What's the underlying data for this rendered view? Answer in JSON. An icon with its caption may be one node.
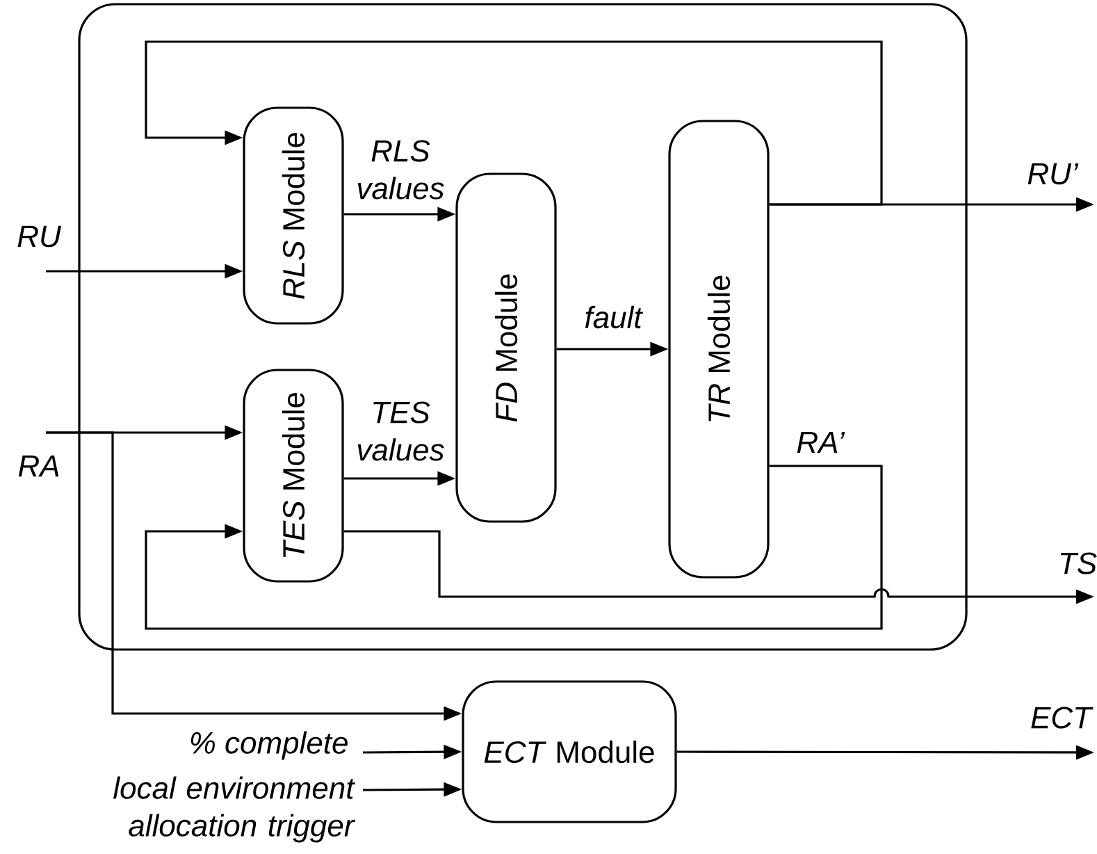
{
  "diagram": {
    "nodes": [
      {
        "text": [],
        "shape": "box"
      },
      {
        "text": [
          "*RLS* Module"
        ],
        "in": 0
      },
      {
        "text": [
          "*TES* Module"
        ],
        "in": 0
      },
      {
        "text": [
          "*FD* Module"
        ],
        "in": 0
      },
      {
        "text": [
          "*TR* Module"
        ],
        "in": 0
      },
      {
        "text": [
          "*ECT* Module"
        ]
      }
    ],
    "edges": [
      {
        "from": null,
        "to": 1,
        "arrow": "to",
        "label": "RU"
      },
      {
        "from": null,
        "to": 2,
        "arrow": "to",
        "label": "RA"
      },
      {
        "from": 4,
        "to": 1,
        "arrow": "to"
      },
      {
        "from": 4,
        "to": null,
        "arrow": "to",
        "label": "RU’"
      },
      {
        "from": 1,
        "to": 3,
        "arrow": "to",
        "label": "RLS values"
      },
      {
        "from": 2,
        "to": 3,
        "arrow": "to",
        "label": "TES values"
      },
      {
        "from": 3,
        "to": 4,
        "arrow": "to",
        "label": "fault"
      },
      {
        "from": 4,
        "to": 2,
        "arrow": "to",
        "label": "RA’"
      },
      {
        "from": 2,
        "to": null,
        "arrow": "to",
        "label": "TS"
      },
      {
        "from": null,
        "to": 5,
        "arrow": "to"
      },
      {
        "from": null,
        "to": 5,
        "arrow": "to",
        "label": "% complete"
      },
      {
        "from": null,
        "to": 5,
        "arrow": "to",
        "label": "local environment allocation trigger"
      },
      {
        "from": 5,
        "to": null,
        "arrow": "to",
        "label": "ECT"
      }
    ]
  }
}
